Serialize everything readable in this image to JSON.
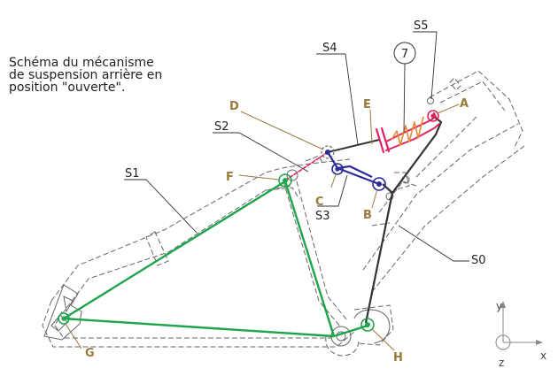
{
  "caption": {
    "line1": "Schéma du mécanisme",
    "line2": "de suspension arrière en",
    "line3": "position \"ouverte\"."
  },
  "solids": {
    "s0": "S0",
    "s1": "S1",
    "s2": "S2",
    "s3": "S3",
    "s4": "S4",
    "s5": "S5"
  },
  "points": {
    "a": "A",
    "b": "B",
    "c": "C",
    "d": "D",
    "e": "E",
    "f": "F",
    "g": "G",
    "h": "H"
  },
  "callout": "7",
  "axes": {
    "x": "x",
    "y": "y",
    "z": "z"
  },
  "colors": {
    "frame_green": "#1ea54b",
    "swingarm_dark": "#333333",
    "rocker_blue": "#2a2a9a",
    "shock_red": "#e0245e",
    "spring_orange": "#e8893a",
    "label_gold": "#9a7a3a",
    "outline_gray": "#666666"
  }
}
